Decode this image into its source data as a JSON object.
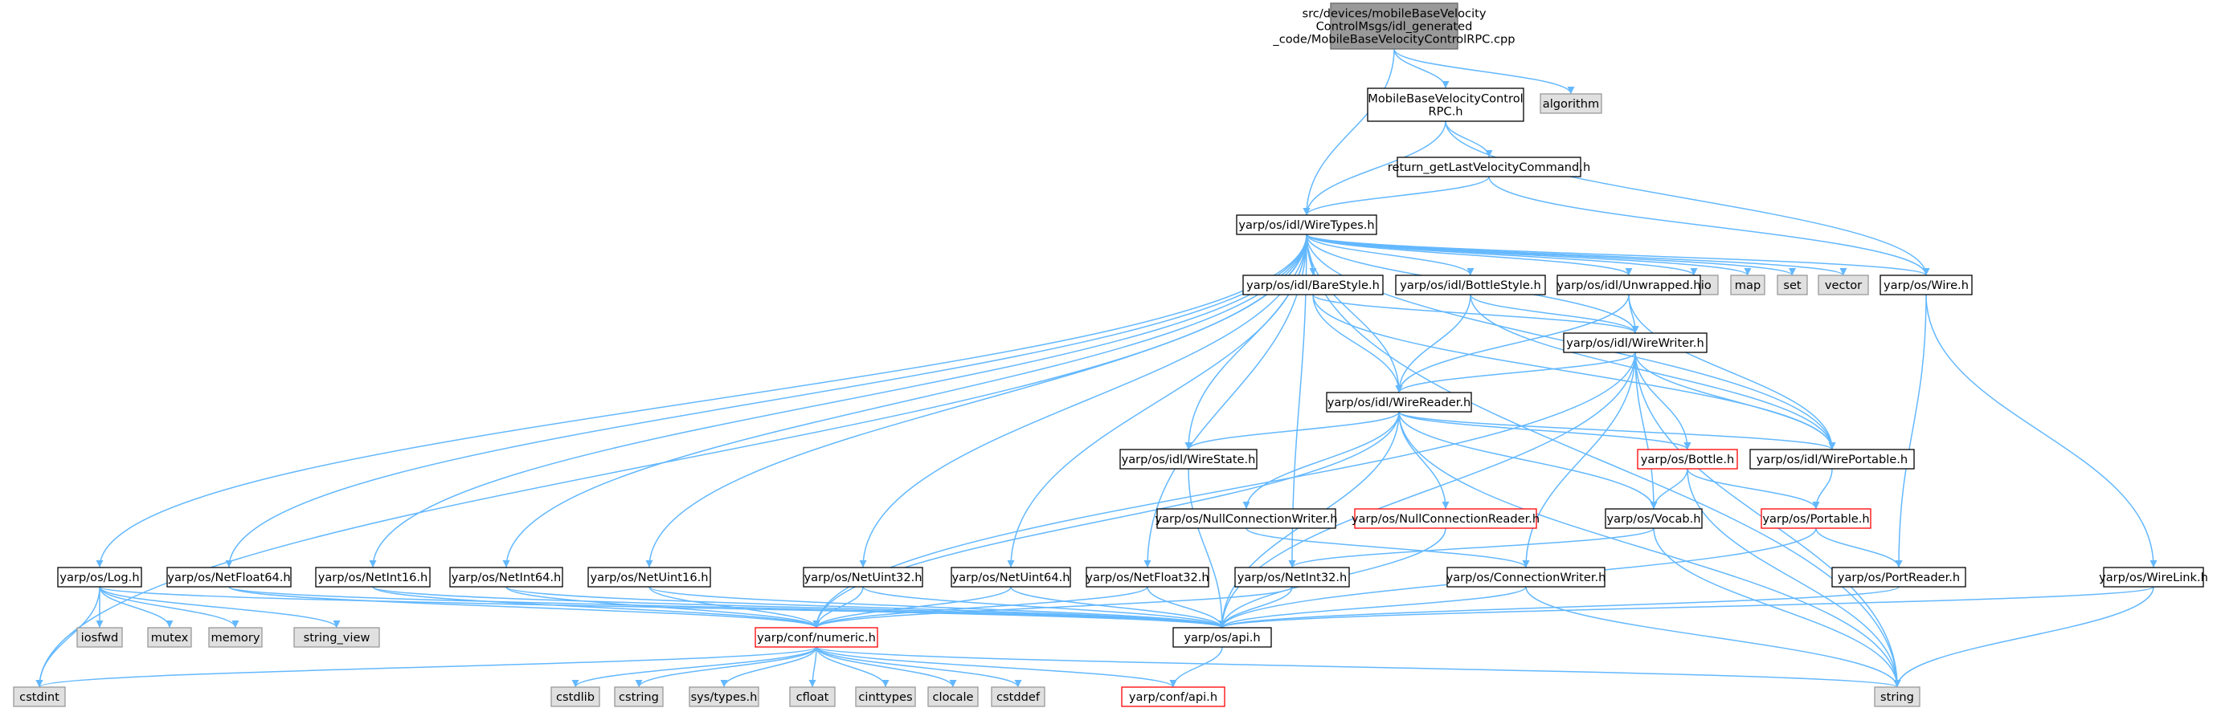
{
  "colors": {
    "edge": "#63b8ff",
    "root_fill": "#999999",
    "root_border": "#666666",
    "header_fill": "#ffffff",
    "header_border": "#000000",
    "system_fill": "#e0e0e0",
    "system_border": "#999999",
    "truncated_border": "#ff0000"
  },
  "nodes": [
    {
      "id": "root",
      "lines": [
        "src/devices/mobileBaseVelocity",
        "ControlMsgs/idl_generated",
        "_code/MobileBaseVelocityControlRPC.cpp"
      ],
      "kind": "root"
    },
    {
      "id": "mbvc",
      "lines": [
        "MobileBaseVelocityControl",
        "RPC.h"
      ],
      "kind": "header"
    },
    {
      "id": "algorithm",
      "lines": [
        "algorithm"
      ],
      "kind": "system"
    },
    {
      "id": "retvel",
      "lines": [
        "return_getLastVelocityCommand.h"
      ],
      "kind": "header"
    },
    {
      "id": "wiretypes",
      "lines": [
        "yarp/os/idl/WireTypes.h"
      ],
      "kind": "header"
    },
    {
      "id": "cstdio",
      "lines": [
        "cstdio"
      ],
      "kind": "system"
    },
    {
      "id": "map",
      "lines": [
        "map"
      ],
      "kind": "system"
    },
    {
      "id": "set",
      "lines": [
        "set"
      ],
      "kind": "system"
    },
    {
      "id": "vector",
      "lines": [
        "vector"
      ],
      "kind": "system"
    },
    {
      "id": "wire",
      "lines": [
        "yarp/os/Wire.h"
      ],
      "kind": "header"
    },
    {
      "id": "barestyle",
      "lines": [
        "yarp/os/idl/BareStyle.h"
      ],
      "kind": "header"
    },
    {
      "id": "bottlestyle",
      "lines": [
        "yarp/os/idl/BottleStyle.h"
      ],
      "kind": "header"
    },
    {
      "id": "unwrapped",
      "lines": [
        "yarp/os/idl/Unwrapped.h"
      ],
      "kind": "header"
    },
    {
      "id": "wirewriter",
      "lines": [
        "yarp/os/idl/WireWriter.h"
      ],
      "kind": "header"
    },
    {
      "id": "wirereader",
      "lines": [
        "yarp/os/idl/WireReader.h"
      ],
      "kind": "header"
    },
    {
      "id": "wirestate",
      "lines": [
        "yarp/os/idl/WireState.h"
      ],
      "kind": "header"
    },
    {
      "id": "bottle",
      "lines": [
        "yarp/os/Bottle.h"
      ],
      "kind": "truncated"
    },
    {
      "id": "wireportable",
      "lines": [
        "yarp/os/idl/WirePortable.h"
      ],
      "kind": "header"
    },
    {
      "id": "nullcw",
      "lines": [
        "yarp/os/NullConnectionWriter.h"
      ],
      "kind": "header"
    },
    {
      "id": "nullcr",
      "lines": [
        "yarp/os/NullConnectionReader.h"
      ],
      "kind": "truncated"
    },
    {
      "id": "vocab",
      "lines": [
        "yarp/os/Vocab.h"
      ],
      "kind": "header"
    },
    {
      "id": "portable",
      "lines": [
        "yarp/os/Portable.h"
      ],
      "kind": "truncated"
    },
    {
      "id": "log",
      "lines": [
        "yarp/os/Log.h"
      ],
      "kind": "header"
    },
    {
      "id": "netfloat64",
      "lines": [
        "yarp/os/NetFloat64.h"
      ],
      "kind": "header"
    },
    {
      "id": "netint16",
      "lines": [
        "yarp/os/NetInt16.h"
      ],
      "kind": "header"
    },
    {
      "id": "netint64",
      "lines": [
        "yarp/os/NetInt64.h"
      ],
      "kind": "header"
    },
    {
      "id": "netuint16",
      "lines": [
        "yarp/os/NetUint16.h"
      ],
      "kind": "header"
    },
    {
      "id": "netuint32",
      "lines": [
        "yarp/os/NetUint32.h"
      ],
      "kind": "header"
    },
    {
      "id": "netuint64",
      "lines": [
        "yarp/os/NetUint64.h"
      ],
      "kind": "header"
    },
    {
      "id": "netfloat32",
      "lines": [
        "yarp/os/NetFloat32.h"
      ],
      "kind": "header"
    },
    {
      "id": "netint32",
      "lines": [
        "yarp/os/NetInt32.h"
      ],
      "kind": "header"
    },
    {
      "id": "connwriter",
      "lines": [
        "yarp/os/ConnectionWriter.h"
      ],
      "kind": "header"
    },
    {
      "id": "portreader",
      "lines": [
        "yarp/os/PortReader.h"
      ],
      "kind": "header"
    },
    {
      "id": "wirelink",
      "lines": [
        "yarp/os/WireLink.h"
      ],
      "kind": "header"
    },
    {
      "id": "iosfwd",
      "lines": [
        "iosfwd"
      ],
      "kind": "system"
    },
    {
      "id": "mutex",
      "lines": [
        "mutex"
      ],
      "kind": "system"
    },
    {
      "id": "memory",
      "lines": [
        "memory"
      ],
      "kind": "system"
    },
    {
      "id": "string_view",
      "lines": [
        "string_view"
      ],
      "kind": "system"
    },
    {
      "id": "numeric",
      "lines": [
        "yarp/conf/numeric.h"
      ],
      "kind": "truncated"
    },
    {
      "id": "api",
      "lines": [
        "yarp/os/api.h"
      ],
      "kind": "header"
    },
    {
      "id": "cstdint",
      "lines": [
        "cstdint"
      ],
      "kind": "system"
    },
    {
      "id": "cstdlib",
      "lines": [
        "cstdlib"
      ],
      "kind": "system"
    },
    {
      "id": "cstring",
      "lines": [
        "cstring"
      ],
      "kind": "system"
    },
    {
      "id": "string",
      "lines": [
        "string"
      ],
      "kind": "system"
    },
    {
      "id": "systypes",
      "lines": [
        "sys/types.h"
      ],
      "kind": "system"
    },
    {
      "id": "cfloat",
      "lines": [
        "cfloat"
      ],
      "kind": "system"
    },
    {
      "id": "cinttypes",
      "lines": [
        "cinttypes"
      ],
      "kind": "system"
    },
    {
      "id": "clocale",
      "lines": [
        "clocale"
      ],
      "kind": "system"
    },
    {
      "id": "cstddef",
      "lines": [
        "cstddef"
      ],
      "kind": "system"
    },
    {
      "id": "confapi",
      "lines": [
        "yarp/conf/api.h"
      ],
      "kind": "truncated"
    }
  ],
  "edges": [
    [
      "root",
      "mbvc"
    ],
    [
      "root",
      "algorithm"
    ],
    [
      "root",
      "wiretypes"
    ],
    [
      "mbvc",
      "retvel"
    ],
    [
      "mbvc",
      "wiretypes"
    ],
    [
      "mbvc",
      "wire"
    ],
    [
      "retvel",
      "wiretypes"
    ],
    [
      "retvel",
      "wire"
    ],
    [
      "wiretypes",
      "cstdio"
    ],
    [
      "wiretypes",
      "map"
    ],
    [
      "wiretypes",
      "set"
    ],
    [
      "wiretypes",
      "vector"
    ],
    [
      "wiretypes",
      "wire"
    ],
    [
      "wiretypes",
      "barestyle"
    ],
    [
      "wiretypes",
      "bottlestyle"
    ],
    [
      "wiretypes",
      "unwrapped"
    ],
    [
      "wiretypes",
      "wirewriter"
    ],
    [
      "wiretypes",
      "wirereader"
    ],
    [
      "wiretypes",
      "wirestate"
    ],
    [
      "wiretypes",
      "wireportable"
    ],
    [
      "wiretypes",
      "log"
    ],
    [
      "wiretypes",
      "netfloat64"
    ],
    [
      "wiretypes",
      "netint16"
    ],
    [
      "wiretypes",
      "netint64"
    ],
    [
      "wiretypes",
      "netuint16"
    ],
    [
      "wiretypes",
      "netuint32"
    ],
    [
      "wiretypes",
      "netuint64"
    ],
    [
      "wiretypes",
      "netfloat32"
    ],
    [
      "wiretypes",
      "netint32"
    ],
    [
      "wiretypes",
      "cstdint"
    ],
    [
      "wiretypes",
      "string"
    ],
    [
      "barestyle",
      "wirewriter"
    ],
    [
      "barestyle",
      "wirereader"
    ],
    [
      "barestyle",
      "wireportable"
    ],
    [
      "bottlestyle",
      "wirewriter"
    ],
    [
      "bottlestyle",
      "wirereader"
    ],
    [
      "bottlestyle",
      "wireportable"
    ],
    [
      "unwrapped",
      "wirewriter"
    ],
    [
      "unwrapped",
      "wirereader"
    ],
    [
      "unwrapped",
      "wireportable"
    ],
    [
      "wirewriter",
      "wirereader"
    ],
    [
      "wirewriter",
      "bottle"
    ],
    [
      "wirewriter",
      "wireportable"
    ],
    [
      "wirewriter",
      "vocab"
    ],
    [
      "wirewriter",
      "connwriter"
    ],
    [
      "wirewriter",
      "numeric"
    ],
    [
      "wirewriter",
      "api"
    ],
    [
      "wirewriter",
      "string"
    ],
    [
      "wirereader",
      "wirestate"
    ],
    [
      "wirereader",
      "bottle"
    ],
    [
      "wirereader",
      "wireportable"
    ],
    [
      "wirereader",
      "nullcw"
    ],
    [
      "wirereader",
      "nullcr"
    ],
    [
      "wirereader",
      "vocab"
    ],
    [
      "wirereader",
      "numeric"
    ],
    [
      "wirereader",
      "api"
    ],
    [
      "wirereader",
      "string"
    ],
    [
      "wirestate",
      "api"
    ],
    [
      "bottle",
      "vocab"
    ],
    [
      "bottle",
      "portable"
    ],
    [
      "bottle",
      "string"
    ],
    [
      "wireportable",
      "portable"
    ],
    [
      "nullcw",
      "connwriter"
    ],
    [
      "nullcr",
      "api"
    ],
    [
      "vocab",
      "netint32"
    ],
    [
      "vocab",
      "string"
    ],
    [
      "portable",
      "portreader"
    ],
    [
      "portable",
      "api"
    ],
    [
      "wire",
      "portreader"
    ],
    [
      "wire",
      "wirelink"
    ],
    [
      "log",
      "iosfwd"
    ],
    [
      "log",
      "mutex"
    ],
    [
      "log",
      "memory"
    ],
    [
      "log",
      "string_view"
    ],
    [
      "log",
      "cstdint"
    ],
    [
      "log",
      "api"
    ],
    [
      "netfloat64",
      "numeric"
    ],
    [
      "netfloat64",
      "api"
    ],
    [
      "netint16",
      "numeric"
    ],
    [
      "netint16",
      "api"
    ],
    [
      "netint64",
      "numeric"
    ],
    [
      "netint64",
      "api"
    ],
    [
      "netuint16",
      "numeric"
    ],
    [
      "netuint16",
      "api"
    ],
    [
      "netuint32",
      "numeric"
    ],
    [
      "netuint32",
      "api"
    ],
    [
      "netuint64",
      "numeric"
    ],
    [
      "netuint64",
      "api"
    ],
    [
      "netfloat32",
      "numeric"
    ],
    [
      "netfloat32",
      "api"
    ],
    [
      "netint32",
      "numeric"
    ],
    [
      "netint32",
      "api"
    ],
    [
      "connwriter",
      "api"
    ],
    [
      "connwriter",
      "string"
    ],
    [
      "portreader",
      "api"
    ],
    [
      "wirelink",
      "api"
    ],
    [
      "wirelink",
      "string"
    ],
    [
      "numeric",
      "cstdint"
    ],
    [
      "numeric",
      "cstdlib"
    ],
    [
      "numeric",
      "cstring"
    ],
    [
      "numeric",
      "string"
    ],
    [
      "numeric",
      "systypes"
    ],
    [
      "numeric",
      "cfloat"
    ],
    [
      "numeric",
      "cinttypes"
    ],
    [
      "numeric",
      "clocale"
    ],
    [
      "numeric",
      "cstddef"
    ],
    [
      "numeric",
      "confapi"
    ],
    [
      "api",
      "confapi"
    ]
  ]
}
